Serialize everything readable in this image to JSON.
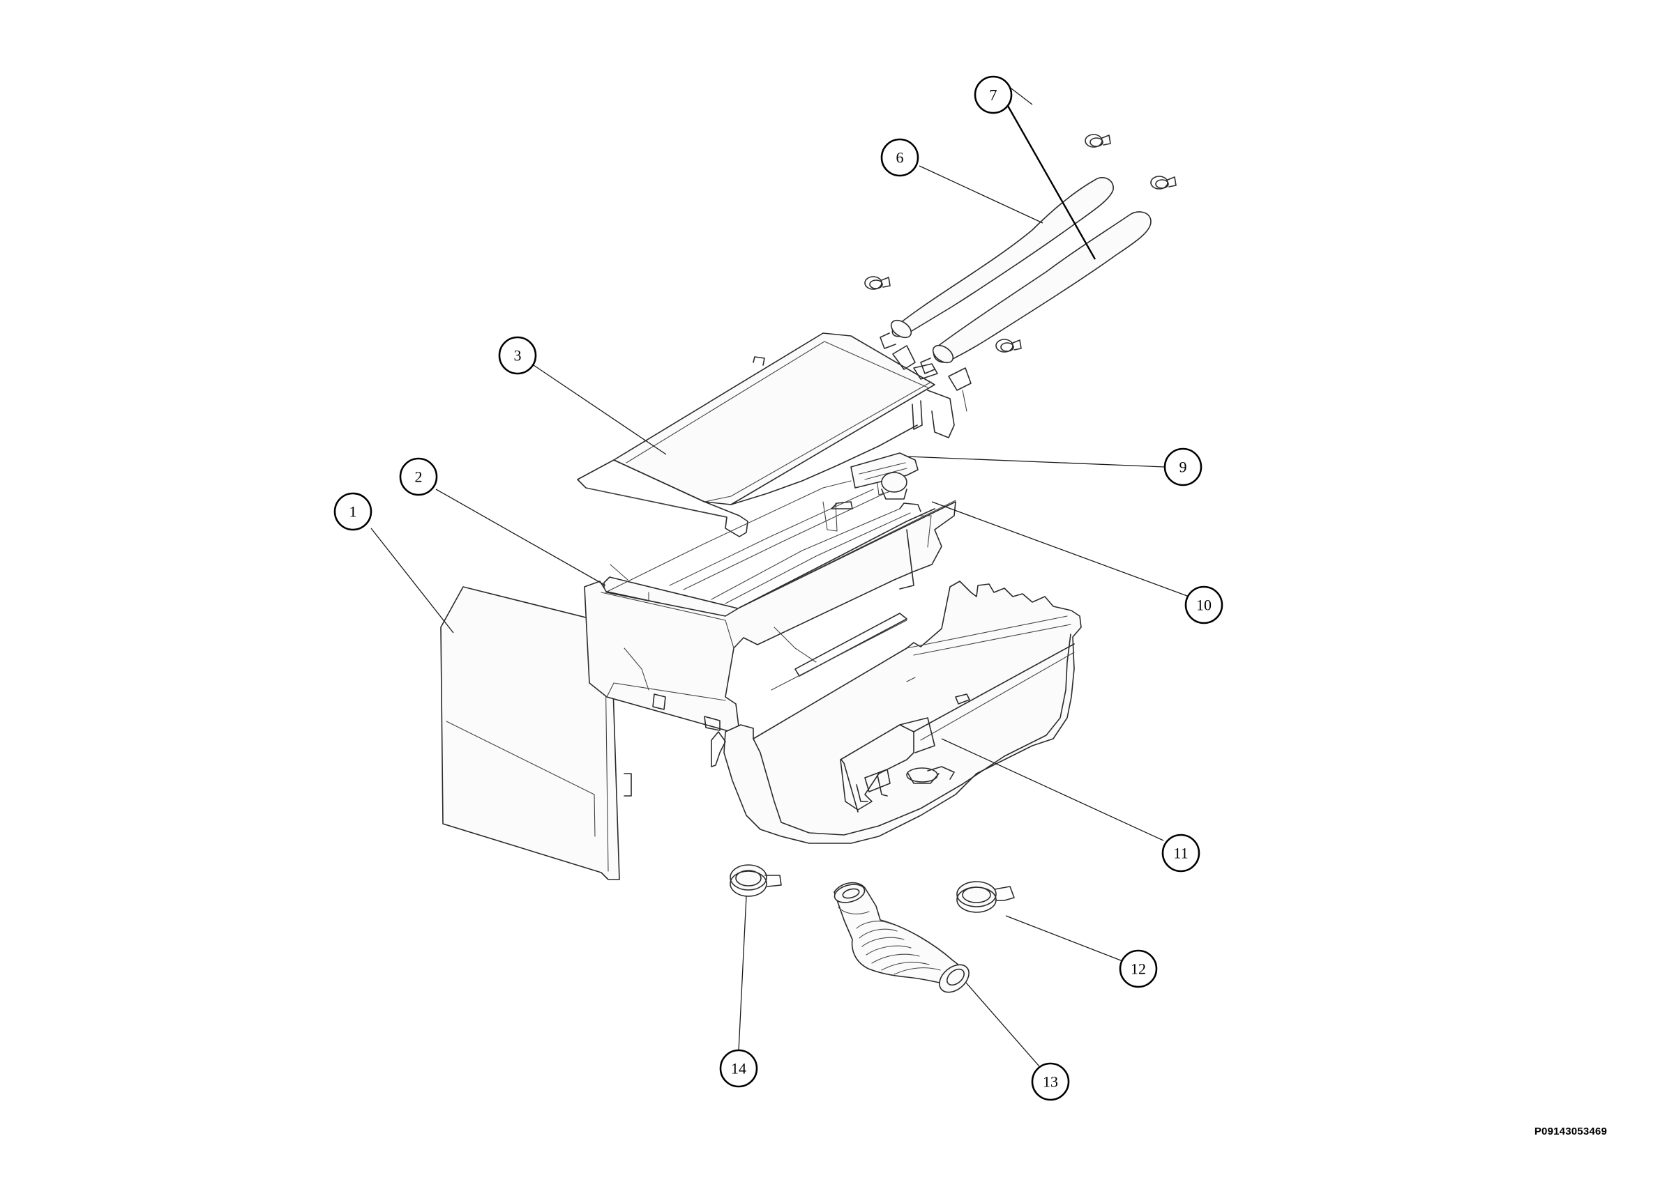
{
  "diagram": {
    "callouts": [
      {
        "id": "1",
        "label": "1"
      },
      {
        "id": "2",
        "label": "2"
      },
      {
        "id": "3",
        "label": "3"
      },
      {
        "id": "6",
        "label": "6"
      },
      {
        "id": "7",
        "label": "7"
      },
      {
        "id": "9",
        "label": "9"
      },
      {
        "id": "10",
        "label": "10"
      },
      {
        "id": "11",
        "label": "11"
      },
      {
        "id": "12",
        "label": "12"
      },
      {
        "id": "13",
        "label": "13"
      },
      {
        "id": "14",
        "label": "14"
      }
    ],
    "part_code": "P09143053469"
  },
  "colors": {
    "line": "#2a2a2a",
    "callout": "#000000",
    "background": "#ffffff"
  }
}
